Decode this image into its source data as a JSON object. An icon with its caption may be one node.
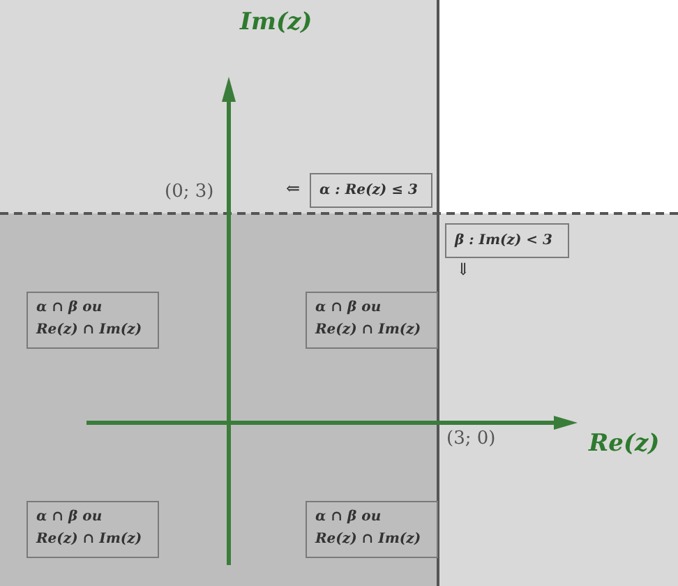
{
  "diagram": {
    "nodes": [
      {
        "text": [
          "α : Re(z) ≤ 3"
        ],
        "beside": [
          "⇐"
        ]
      },
      {
        "text": [
          "β : Im(z) < 3"
        ],
        "beside": [
          "⇓"
        ]
      },
      {
        "text": [
          "α ∩ β ou Re(z) ∩ Im(z)"
        ]
      },
      {
        "text": [
          "α ∩ β ou Re(z) ∩ Im(z)"
        ]
      },
      {
        "text": [
          "α ∩ β ou Re(z) ∩ Im(z)"
        ]
      },
      {
        "text": [
          "α ∩ β ou Re(z) ∩ Im(z)"
        ]
      }
    ],
    "labels": [
      "Im(z)",
      "(0; 3)",
      "(3; 0)",
      "Re(z)"
    ]
  }
}
